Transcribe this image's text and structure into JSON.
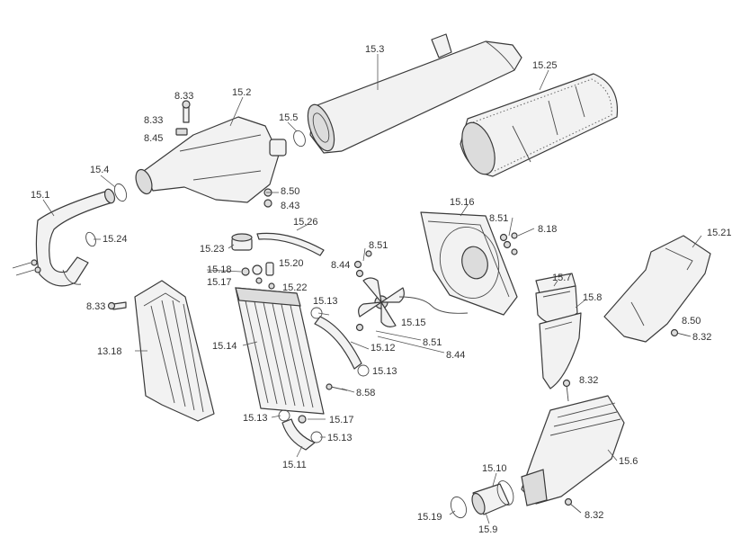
{
  "labels": {
    "l_15_3": "15.3",
    "l_15_25": "15.25",
    "l_15_2": "15.2",
    "l_8_33_a": "8.33",
    "l_8_33_b": "8.33",
    "l_8_45": "8.45",
    "l_15_5": "15.5",
    "l_15_4": "15.4",
    "l_15_1": "15.1",
    "l_8_50_a": "8.50",
    "l_8_43": "8.43",
    "l_15_26": "15.26",
    "l_15_24": "15.24",
    "l_15_23": "15.23",
    "l_15_16": "15.16",
    "l_8_51_a": "8.51",
    "l_8_18": "8.18",
    "l_15_21": "15.21",
    "l_8_51_b": "8.51",
    "l_15_18": "15.18",
    "l_15_20": "15.20",
    "l_15_17_a": "15.17",
    "l_8_44_a": "8.44",
    "l_15_22": "15.22",
    "l_15_7": "15.7",
    "l_8_33_c": "8.33",
    "l_15_13_a": "15.13",
    "l_15_8": "15.8",
    "l_8_50_b": "8.50",
    "l_15_15": "15.15",
    "l_8_32_a": "8.32",
    "l_13_18": "13.18",
    "l_15_14": "15.14",
    "l_15_12": "15.12",
    "l_8_51_c": "8.51",
    "l_8_44_b": "8.44",
    "l_15_13_b": "15.13",
    "l_8_32_b": "8.32",
    "l_8_58": "8.58",
    "l_15_13_c": "15.13",
    "l_15_17_b": "15.17",
    "l_15_13_d": "15.13",
    "l_15_6": "15.6",
    "l_15_10": "15.10",
    "l_15_11": "15.11",
    "l_15_19": "15.19",
    "l_8_32_c": "8.32",
    "l_15_9": "15.9"
  }
}
